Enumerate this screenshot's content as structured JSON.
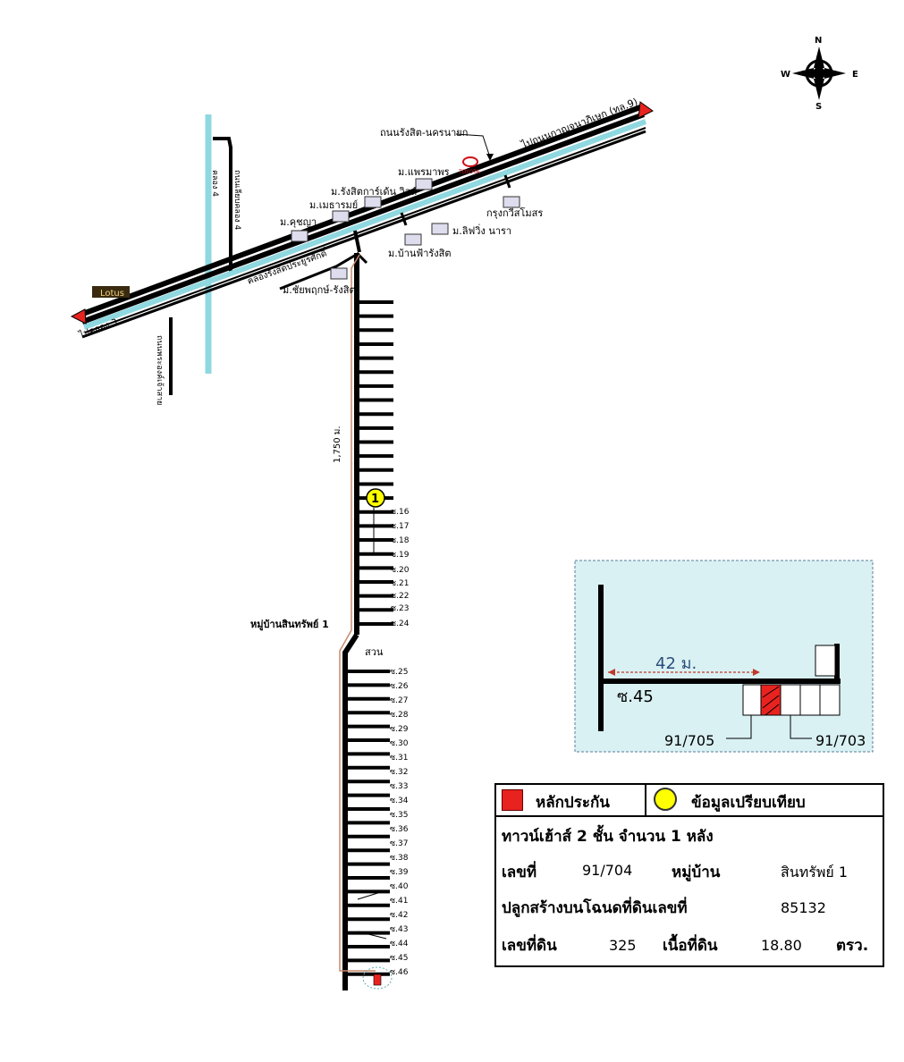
{
  "compass": {
    "n": "N",
    "s": "S",
    "e": "E",
    "w": "W"
  },
  "roads": {
    "main_road": "ถนนรังสิต-นครนายก",
    "to_ongkharak": "ไปถนนกาญจนาภิเษก (ทล.9)",
    "to_khlong3": "ไปคลอง 3",
    "khlong4": "คลอง 4",
    "khlong4_road": "ถนนเลียบคลอง 4",
    "canal_rangsit": "คลองรังสิตประยูรศักดิ์",
    "prachao_road": "ถนนพระองค์เจ้าสาย"
  },
  "landmarks": {
    "lotus": "Lotus",
    "toyota": "TOYOTA",
    "villages": [
      "ม.แพรมาพร",
      "ม.รังสิตการ์เด้น วิลล์",
      "ม.เมธารมย์",
      "ม.คุชญา",
      "กรุงกวีสโมสร",
      "ม.ลิฟวิ่ง นารา",
      "ม.บ้านฟ้ารังสิต",
      "ม.ชัยพฤกษ์-รังสิต"
    ]
  },
  "distance_label": "1,750 ม.",
  "village_name": "หมู่บ้านสินทรัพย์ 1",
  "park_label": "สวน",
  "comparable_marker": "1",
  "sois": [
    "ซ.16",
    "ซ.17",
    "ซ.18",
    "ซ.19",
    "ซ.20",
    "ซ.21",
    "ซ.22",
    "ซ.23",
    "ซ.24",
    "ซ.25",
    "ซ.26",
    "ซ.27",
    "ซ.28",
    "ซ.29",
    "ซ.30",
    "ซ.31",
    "ซ.32",
    "ซ.33",
    "ซ.34",
    "ซ.35",
    "ซ.36",
    "ซ.37",
    "ซ.38",
    "ซ.39",
    "ซ.40",
    "ซ.41",
    "ซ.42",
    "ซ.43",
    "ซ.44",
    "ซ.45",
    "ซ.46"
  ],
  "inset": {
    "distance": "42 ม.",
    "soi": "ซ.45",
    "left_unit": "91/705",
    "right_unit": "91/703"
  },
  "colors": {
    "canal": "#8fd8e0",
    "collateral": "#e8231f",
    "comparable": "#ffff00",
    "inset_bg": "#d9f1f3",
    "road": "#000000"
  },
  "legend": {
    "collateral_label": "หลักประกัน",
    "comparable_label": "ข้อมูลเปรียบเทียบ",
    "property_type": "ทาวน์เฮ้าส์ 2 ชั้น จำนวน 1 หลัง",
    "number_label": "เลขที่",
    "number_value": "91/704",
    "village_label": "หมู่บ้าน",
    "village_value": "สินทรัพย์ 1",
    "deed_label": "ปลูกสร้างบนโฉนดที่ดินเลขที่",
    "deed_value": "85132",
    "land_no_label": "เลขที่ดิน",
    "land_no_value": "325",
    "area_label": "เนื้อที่ดิน",
    "area_value": "18.80",
    "area_unit": "ตรว."
  }
}
